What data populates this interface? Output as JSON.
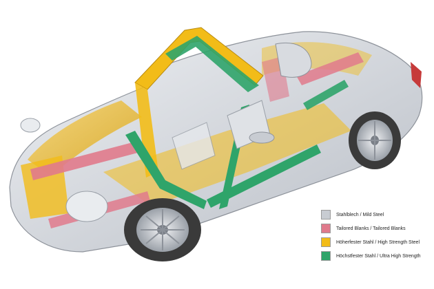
{
  "legend": {
    "items": [
      {
        "label": "Stahlblech / Mild Steel",
        "color": "#c8ccd2"
      },
      {
        "label": "Tailored Blanks / Tailored Blanks",
        "color": "#e07a8c"
      },
      {
        "label": "Höherfester Stahl / High Strength Steel",
        "color": "#f2bc18"
      },
      {
        "label": "Höchstfester Stahl / Ultra High Strength",
        "color": "#2fa46a"
      }
    ]
  },
  "colors": {
    "mild_steel": "#c8ccd2",
    "tailored_blanks": "#e07a8c",
    "high_strength": "#f2bc18",
    "ultra_high_strength": "#2fa46a",
    "tire": "#3a3a3a",
    "rim": "#c9cdd3"
  }
}
